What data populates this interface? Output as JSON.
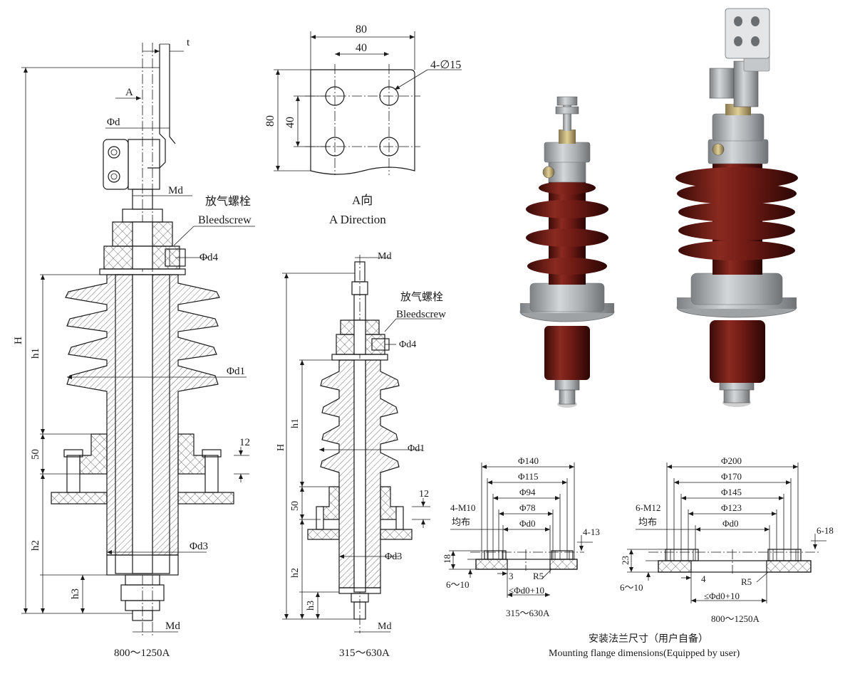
{
  "drawing_left": {
    "label_t": "t",
    "label_A": "A",
    "label_phi_d": "Φd",
    "label_Md_top": "Md",
    "bleed_cn": "放气螺栓",
    "bleed_en": "Bleedscrew",
    "label_phi_d4": "Φd4",
    "label_H": "H",
    "label_h1": "h1",
    "label_phi_d1": "Φd1",
    "label_50": "50",
    "label_12": "12",
    "label_h2": "h2",
    "label_phi_d3": "Φd3",
    "label_h3": "h3",
    "label_Md_bottom": "Md",
    "caption": "800～1250A"
  },
  "drawing_a": {
    "dim_80_top": "80",
    "dim_40_top": "40",
    "holes": "4-∅15",
    "dim_80_side": "80",
    "dim_40_side": "40",
    "caption_cn": "A向",
    "caption_en": "A Direction"
  },
  "drawing_mid": {
    "label_Md_top": "Md",
    "bleed_cn": "放气螺栓",
    "bleed_en": "Bleedscrew",
    "label_phi_d4": "Φd4",
    "label_H": "H",
    "label_h1": "h1",
    "label_phi_d1": "Φd1",
    "label_12": "12",
    "label_50": "50",
    "label_phi_d3": "Φd3",
    "label_h2": "h2",
    "label_h3": "h3",
    "label_Md_bottom": "Md",
    "caption": "315～630A"
  },
  "flange_small": {
    "d140": "Φ140",
    "d115": "Φ115",
    "d94": "Φ94",
    "d78": "Φ78",
    "d0": "Φd0",
    "bolts": "4-M10",
    "spread": "均布",
    "side": "4-13",
    "h18": "18",
    "t610": "6～10",
    "n3": "3",
    "r5": "R5",
    "le": "≤Φd0+10",
    "caption": "315～630A"
  },
  "flange_large": {
    "d200": "Φ200",
    "d170": "Φ170",
    "d145": "Φ145",
    "d123": "Φ123",
    "d0": "Φd0",
    "bolts": "6-M12",
    "spread": "均布",
    "side": "6-18",
    "h23": "23",
    "t610": "6～10",
    "n4": "4",
    "r5": "R5",
    "le": "≤Φd0+10",
    "caption": "800～1250A"
  },
  "footer": {
    "caption_cn": "安装法兰尺寸（用户自备）",
    "caption_en": "Mounting flange dimensions(Equipped by user)"
  },
  "colors": {
    "porcelain": "#6e1a14",
    "porcelain_dark": "#3a0b08",
    "metal_grey": "#a9adb0",
    "line": "#1a1a1a"
  }
}
